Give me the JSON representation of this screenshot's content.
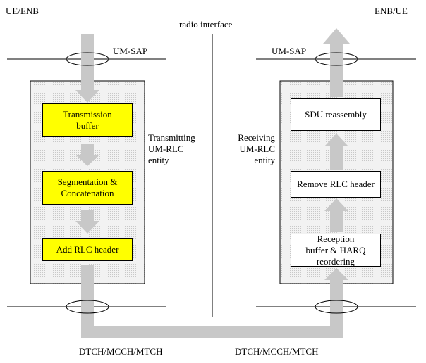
{
  "title_left": "UE/ENB",
  "title_right": "ENB/UE",
  "radio_interface": "radio interface",
  "sap_left": "UM-SAP",
  "sap_right": "UM-SAP",
  "channel_left": "DTCH/MCCH/MTCH",
  "channel_right": "DTCH/MCCH/MTCH",
  "transmitting_label": "Transmitting\nUM-RLC\nentity",
  "receiving_label": "Receiving\nUM-RLC\nentity",
  "tx_boxes": {
    "transmission_buffer": "Transmission\nbuffer",
    "segmentation": "Segmentation &\nConcatenation",
    "add_header": "Add RLC header"
  },
  "rx_boxes": {
    "sdu_reassembly": "SDU reassembly",
    "remove_header": "Remove RLC header",
    "reception_buffer": "Reception\nbuffer & HARQ\nreordering"
  },
  "colors": {
    "entity_fill": "#eeeeee",
    "arrow_fill": "#c8c8c8",
    "box_yellow": "#ffff00"
  }
}
